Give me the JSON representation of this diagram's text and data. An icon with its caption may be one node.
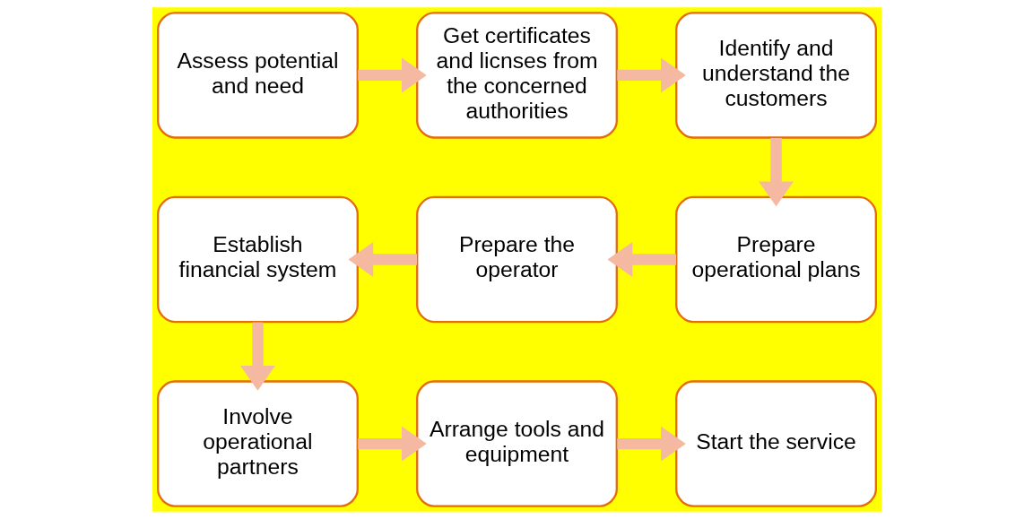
{
  "diagram": {
    "nodes": [
      {
        "text": [
          "Assess potential and need"
        ]
      },
      {
        "text": [
          "Get certificates and licnses from the concerned authorities"
        ]
      },
      {
        "text": [
          "Identify and understand the customers"
        ]
      },
      {
        "text": [
          "Prepare operational plans"
        ]
      },
      {
        "text": [
          "Prepare the operator"
        ]
      },
      {
        "text": [
          "Establish financial system"
        ]
      },
      {
        "text": [
          "Involve operational partners"
        ]
      },
      {
        "text": [
          "Arrange tools and equipment"
        ]
      },
      {
        "text": [
          "Start the service"
        ]
      }
    ],
    "edges": [
      {
        "from": 0,
        "to": 1,
        "arrow": "to"
      },
      {
        "from": 1,
        "to": 2,
        "arrow": "to"
      },
      {
        "from": 2,
        "to": 3,
        "arrow": "to"
      },
      {
        "from": 3,
        "to": 4,
        "arrow": "to"
      },
      {
        "from": 4,
        "to": 5,
        "arrow": "to"
      },
      {
        "from": 5,
        "to": 6,
        "arrow": "to"
      },
      {
        "from": 6,
        "to": 7,
        "arrow": "to"
      },
      {
        "from": 7,
        "to": 8,
        "arrow": "to"
      }
    ]
  }
}
